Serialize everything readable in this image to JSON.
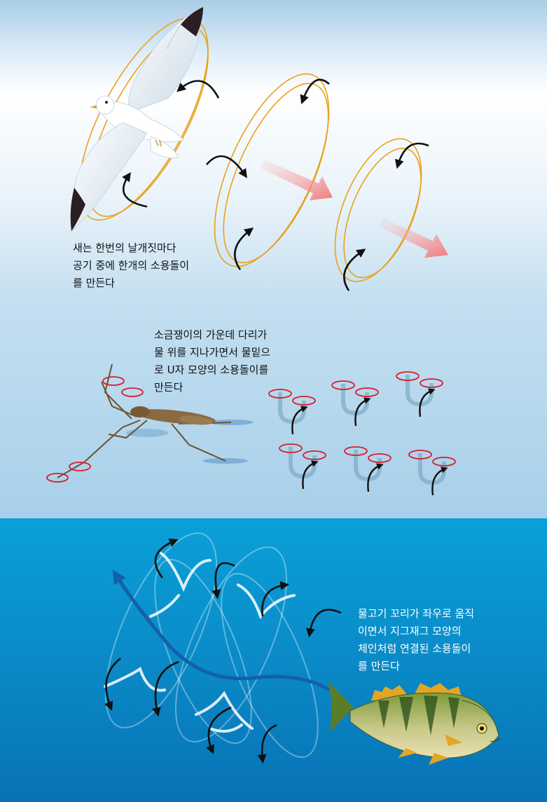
{
  "captions": {
    "bird": "새는 한번의 날개짓마다\n공기 중에 한개의 소용돌이\n를 만든다",
    "water_strider": "소금쟁이의 가운데 다리가\n물 위를 지나가면서 물밑으\n로 U자 모양의 소용돌이를\n만든다",
    "fish": "물고기 꼬리가 좌우로 움직\n이면서 지그재그 모양의\n체인처럼 연결된 소용돌이\n를 만든다"
  },
  "colors": {
    "ring": "#e8a21c",
    "arrow": "#111111",
    "flow_arrow": "#f08a8a",
    "vortex_red": "#d81e2c",
    "u_tube": "#6aa0b8",
    "fish_trail": "#1560a8",
    "sky_top": "#a9cde6",
    "water": "#0a8fcb"
  },
  "icons": [
    "seagull",
    "water-strider",
    "perch-fish"
  ]
}
